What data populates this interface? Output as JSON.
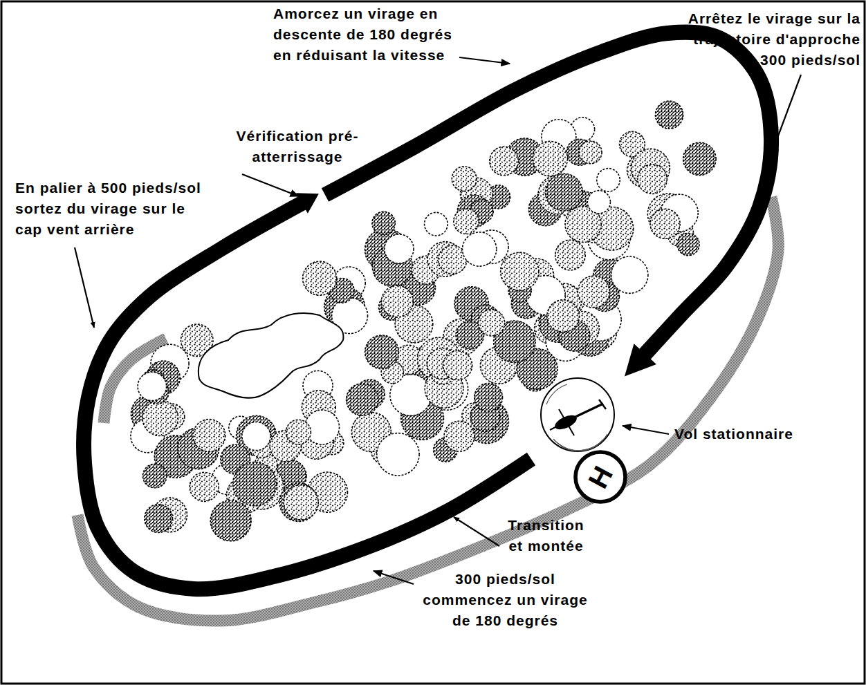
{
  "diagram": {
    "nodes": [
      {
        "text": [
          "H"
        ]
      }
    ],
    "labels": [
      "Amorcez un virage en descente de 180 degrés en réduisant la vitesse",
      "Arrêtez le virage sur la trajectoire d'approche 300 pieds/sol",
      "Vérification pré-atterrissage",
      "En palier à 500 pieds/sol sortez du virage sur le cap vent arrière",
      "Vol stationnaire",
      "Transition et montée",
      "300 pieds/sol commencez un virage de 180 degrés"
    ]
  }
}
